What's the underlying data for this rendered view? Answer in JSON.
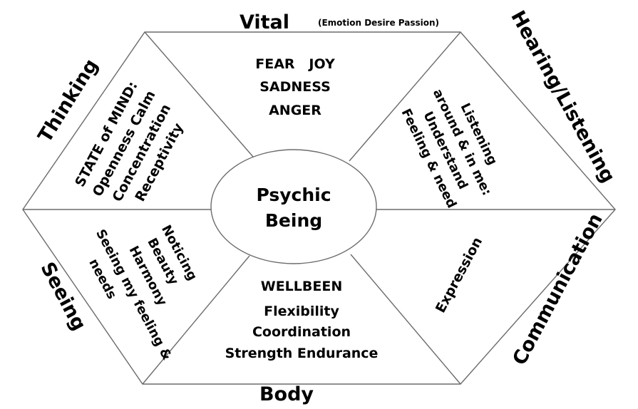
{
  "outer_labels": {
    "vital": "Vital",
    "vital_note": "(Emotion Desire Passion)",
    "hearing": "Hearing/Listening",
    "communication": "Communication",
    "body": "Body",
    "seeing": "Seeing",
    "thinking": "Thinking"
  },
  "center": {
    "line1": "Psychic",
    "line2": "Being"
  },
  "sections": {
    "vital": {
      "line1": "FEAR   JOY",
      "line2": "SADNESS",
      "line3": "ANGER"
    },
    "hearing": {
      "line1": "Listening",
      "line2": "around & in me:",
      "line3": "Understand",
      "line4": "Feeling & need"
    },
    "communication": {
      "line1": "Expression"
    },
    "body": {
      "line1": "WELLBEEN",
      "line2": "Flexibility",
      "line3": "Coordination",
      "line4": "Strength Endurance"
    },
    "seeing": {
      "line1": "Noticing",
      "line2": "Beauty",
      "line3": "Harmony",
      "line4": "Seeing my feeling &",
      "line5": "needs"
    },
    "thinking": {
      "line1": "STATE of MIND:",
      "line2": "Openness Calm",
      "line3": "Concentration",
      "line4": "Receptivity"
    }
  },
  "colors": {
    "stroke": "#6b6b6b",
    "text": "#000000",
    "background": "#ffffff"
  }
}
